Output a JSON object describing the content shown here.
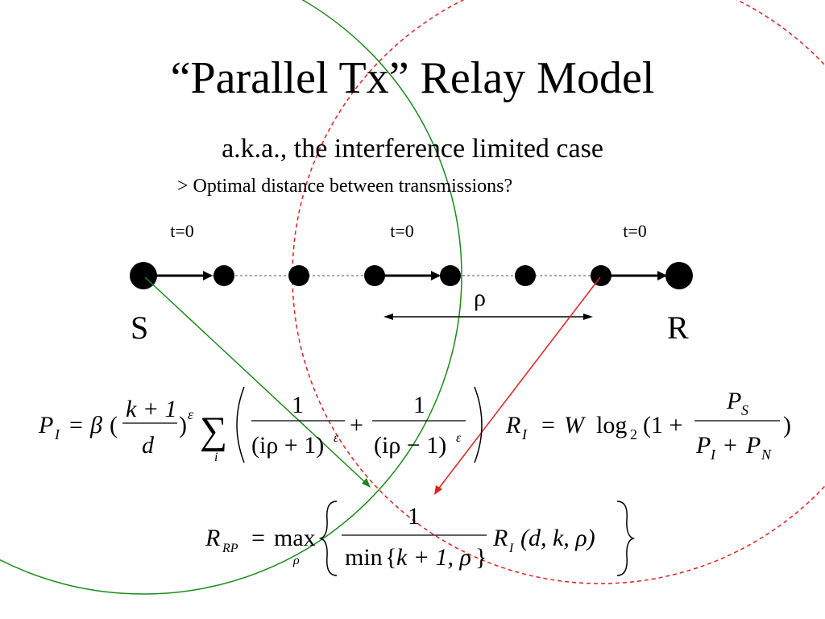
{
  "slide": {
    "title": "“Parallel Tx” Relay Model",
    "subtitle": "a.k.a., the interference limited case",
    "question": "> Optimal distance between transmissions?"
  },
  "diagram": {
    "time_labels": [
      "t=0",
      "t=0",
      "t=0"
    ],
    "source_label": "S",
    "relay_label": "R",
    "spacing_label": "ρ",
    "colors": {
      "green_circle": "#1a8a1a",
      "red_circle": "#e02020",
      "node": "#000000"
    }
  },
  "equations": {
    "interference": {
      "lhs": "P",
      "lhs_sub": "I",
      "beta": "β",
      "num": "k + 1",
      "den": "d",
      "exp": "ε",
      "sum": "∑",
      "sum_index": "i",
      "term1_num": "1",
      "term1_den": "(iρ + 1)",
      "term1_exp": "ε",
      "term2_num": "1",
      "term2_den": "(iρ − 1)",
      "term2_exp": "ε"
    },
    "rate": {
      "lhs": "R",
      "lhs_sub": "I",
      "w": "W",
      "log": "log",
      "log_base": "2",
      "one_plus": "(1 +",
      "num": "P",
      "num_sub": "S",
      "den_a": "P",
      "den_a_sub": "I",
      "den_plus": "+",
      "den_b": "P",
      "den_b_sub": "N",
      "close": ")"
    },
    "relay_rate": {
      "lhs": "R",
      "lhs_sub": "RP",
      "max": "max",
      "max_sub": "ρ",
      "num": "1",
      "min": "min",
      "min_args": "k + 1, ρ",
      "rhs": "R",
      "rhs_sub": "I",
      "rhs_args": "(d, k, ρ)"
    }
  }
}
